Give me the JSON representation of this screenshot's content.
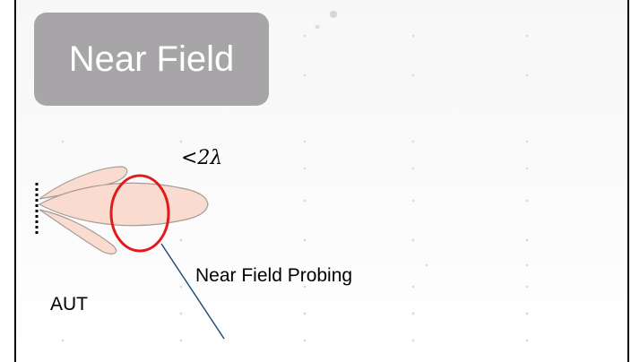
{
  "title": "Near Field",
  "labels": {
    "distance": "<2λ",
    "probing": "Near Field Probing",
    "aut": "AUT"
  },
  "colors": {
    "title_bg": "#a7a5a8",
    "lobe_fill": "#f9dccf",
    "lobe_stroke": "#a69c97",
    "circle": "#e01b1b",
    "probe_line": "#1f4e79"
  }
}
